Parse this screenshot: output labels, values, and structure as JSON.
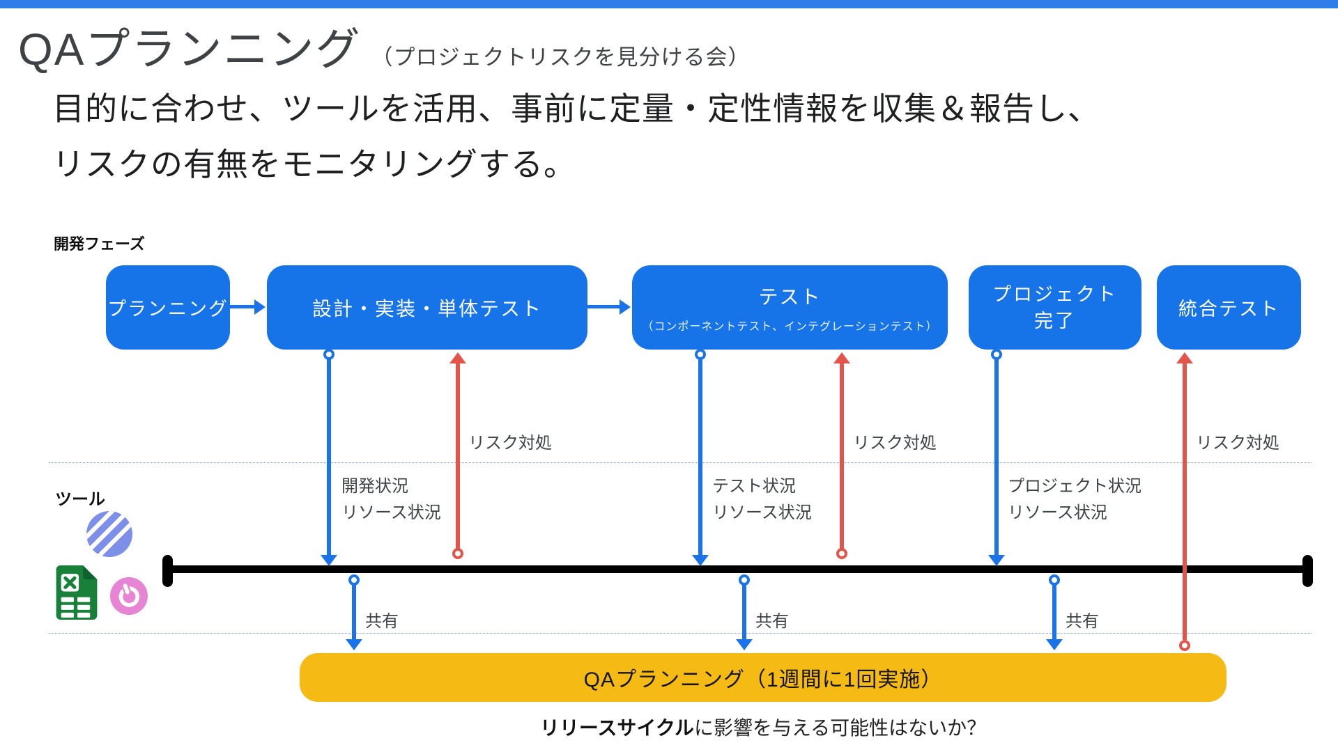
{
  "colors": {
    "top_bar": "#2e7de9",
    "phase_blue": "#1673e8",
    "arrow_blue": "#1a73e8",
    "arrow_red": "#e3544a",
    "banner_yellow": "#f5ba14"
  },
  "header": {
    "title": "QAプランニング",
    "subtitle": "（プロジェクトリスクを見分ける会）"
  },
  "summary": {
    "line1": "目的に合わせ、ツールを活用、事前に定量・定性情報を収集＆報告し、",
    "line2": "リスクの有無をモニタリングする。"
  },
  "sections": {
    "phases_label": "開発フェーズ",
    "tools_label": "ツール"
  },
  "phases": [
    {
      "label": "プランニング"
    },
    {
      "label": "設計・実装・単体テスト"
    },
    {
      "label": "テスト",
      "sublabel": "（コンポーネントテスト、インテグレーションテスト）"
    },
    {
      "label": "プロジェクト",
      "label2": "完了"
    },
    {
      "label": "統合テスト"
    }
  ],
  "flow_labels": {
    "risk": "リスク対処",
    "share": "共有",
    "dev_status": "開発状況",
    "test_status": "テスト状況",
    "project_status": "プロジェクト状況",
    "resource_status": "リソース状況"
  },
  "tools": {
    "icons": [
      "linear-app-icon",
      "spreadsheet-icon",
      "power-icon"
    ]
  },
  "banner": {
    "label": "QAプランニング（1週間に1回実施）"
  },
  "footer": {
    "emphasis": "リリースサイクル",
    "rest": "に影響を与える可能性はないか？"
  }
}
